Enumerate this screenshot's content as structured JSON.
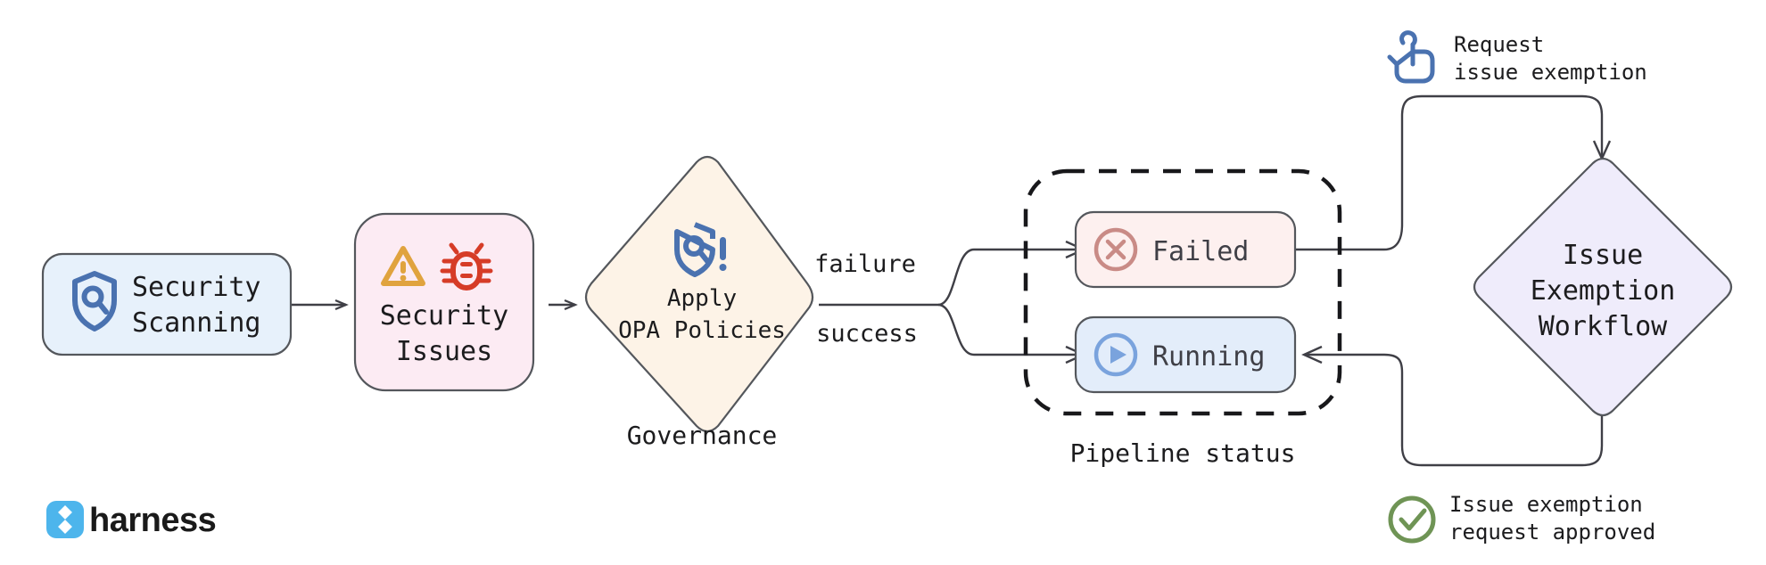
{
  "diagram": {
    "title": "Security scanning governance and issue exemption flow",
    "background_color": "#ffffff"
  },
  "nodes": {
    "security_scanning": {
      "label_line1": "Security",
      "label_line2": "Scanning",
      "icon": "shield-search-icon",
      "fill": "#e7f1fb",
      "stroke": "#54575c"
    },
    "security_issues": {
      "label_line1": "Security",
      "label_line2": "Issues",
      "icon_warning": "warning-triangle-icon",
      "icon_bug": "bug-icon",
      "fill": "#fcebf3",
      "stroke": "#54575c",
      "warning_color": "#e0a33e",
      "bug_color": "#d63c27"
    },
    "apply_opa": {
      "label_line1": "Apply",
      "label_line2": "OPA Policies",
      "caption": "Governance",
      "icon": "shield-search-alert-icon",
      "fill": "#fdf3e7",
      "stroke": "#54575c",
      "icon_color": "#4a72b0"
    },
    "failed": {
      "label": "Failed",
      "icon": "x-circle-icon",
      "fill": "#fdf0ef",
      "stroke": "#54575c",
      "icon_color": "#c98b86"
    },
    "running": {
      "label": "Running",
      "icon": "play-circle-icon",
      "fill": "#e3edfa",
      "stroke": "#54575c",
      "icon_color": "#7aa3dd"
    },
    "pipeline_status_group": {
      "caption": "Pipeline status",
      "stroke": "#18181b",
      "style": "dashed"
    },
    "issue_exemption_workflow": {
      "label_line1": "Issue",
      "label_line2": "Exemption",
      "label_line3": "Workflow",
      "fill": "#efecfb",
      "stroke": "#54575c"
    }
  },
  "edges": {
    "failure_label": "failure",
    "success_label": "success"
  },
  "annotations": {
    "request_exemption": {
      "line1": "Request",
      "line2": "issue exemption",
      "icon": "hand-click-icon",
      "icon_color": "#4a72b0"
    },
    "request_approved": {
      "line1": "Issue exemption",
      "line2": "request approved",
      "icon": "check-circle-icon",
      "icon_color": "#6f9455"
    }
  },
  "brand": {
    "name": "harness",
    "logo_icon": "harness-logo-icon",
    "logo_color": "#4db5ec"
  }
}
